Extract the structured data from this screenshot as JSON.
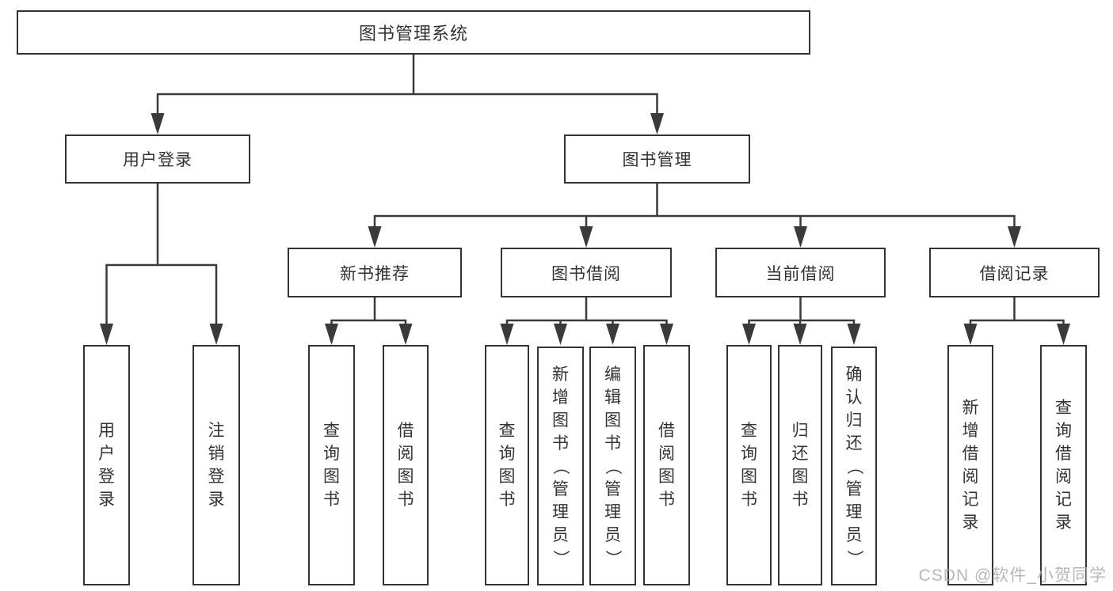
{
  "colors": {
    "line": "#3a3a3a",
    "box_border": "#333333",
    "text": "#333333",
    "background": "#ffffff",
    "watermark": "#aaaaaa"
  },
  "tree": {
    "root": {
      "label": "图书管理系统"
    },
    "children": [
      {
        "label": "用户登录",
        "children": [
          {
            "label": "用户登录"
          },
          {
            "label": "注销登录"
          }
        ]
      },
      {
        "label": "图书管理",
        "children": [
          {
            "label": "新书推荐",
            "children": [
              {
                "label": "查询图书"
              },
              {
                "label": "借阅图书"
              }
            ]
          },
          {
            "label": "图书借阅",
            "children": [
              {
                "label": "查询图书"
              },
              {
                "label": "新增图书（管理员）"
              },
              {
                "label": "编辑图书（管理员）"
              },
              {
                "label": "借阅图书"
              }
            ]
          },
          {
            "label": "当前借阅",
            "children": [
              {
                "label": "查询图书"
              },
              {
                "label": "归还图书"
              },
              {
                "label": "确认归还（管理员）"
              }
            ]
          },
          {
            "label": "借阅记录",
            "children": [
              {
                "label": "新增借阅记录"
              },
              {
                "label": "查询借阅记录"
              }
            ]
          }
        ]
      }
    ]
  },
  "watermark": {
    "text": "CSDN @软件_小贺同学"
  }
}
